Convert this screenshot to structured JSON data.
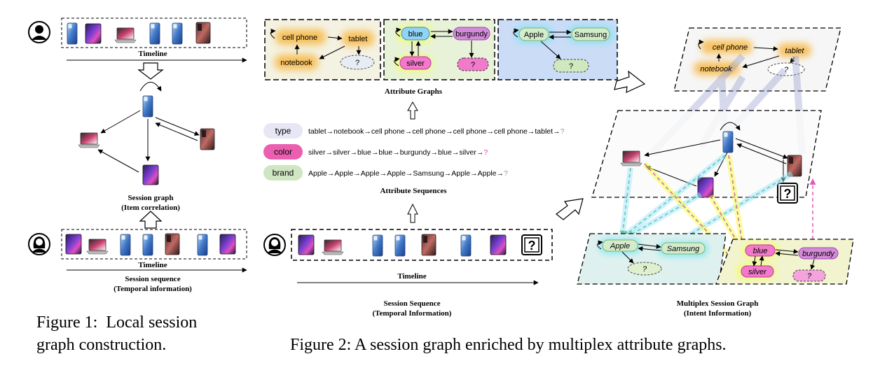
{
  "fig1": {
    "timeline_label": "Timeline",
    "session_graph_title": "Session graph",
    "session_graph_sub": "(Item correlation)",
    "timeline_label_bottom": "Timeline",
    "session_seq_title": "Session sequence",
    "session_seq_sub": "(Temporal information)",
    "caption_line1": "Figure 1:  Local session",
    "caption_line2": "graph construction."
  },
  "fig2": {
    "attribute_graphs_title": "Attribute Graphs",
    "type_graph": {
      "cell_phone": "cell phone",
      "tablet": "tablet",
      "notebook": "notebook",
      "unknown": "?"
    },
    "color_graph": {
      "blue": "blue",
      "burgundy": "burgundy",
      "silver": "silver",
      "unknown": "?"
    },
    "brand_graph": {
      "apple": "Apple",
      "samsung": "Samsung",
      "unknown": "?"
    },
    "sequences": [
      {
        "label": "type",
        "text": "tablet→notebook→cell phone→cell phone→cell phone→cell phone→tablet→",
        "end": "?",
        "color": "#e6e6f5",
        "end_color": "#8c8cc4"
      },
      {
        "label": "color",
        "text": "silver→silver→blue→blue→burgundy→blue→silver→",
        "end": "?",
        "color": "#ea5fb0",
        "end_color": "#d23fb4"
      },
      {
        "label": "brand",
        "text": "Apple→Apple→Apple→Apple→Samsung→Apple→Apple→",
        "end": "?",
        "color": "#cfe6c2",
        "end_color": "#77b06a"
      }
    ],
    "attribute_sequences_title": "Attribute Sequences",
    "timeline_label": "Timeline",
    "session_sequence_title": "Session Sequence",
    "session_sequence_sub": "(Temporal Information)",
    "unknown_item": "?",
    "multiplex_title": "Multiplex Session Graph",
    "multiplex_sub": "(Intent Information)",
    "caption": "Figure 2: A session graph enriched by multiplex attribute graphs."
  },
  "colors": {
    "type_glow": "#f7c25a",
    "color_panel": "#e9f3d9",
    "brand_panel": "#c9dcf7",
    "type_panel": "#f3f1df",
    "blue_node": "#8fd3f5",
    "burgundy_node": "#d38bd8",
    "silver_node": "#f27acb",
    "magenta_q": "#f07ac9",
    "green_node": "#cfe8bd"
  }
}
